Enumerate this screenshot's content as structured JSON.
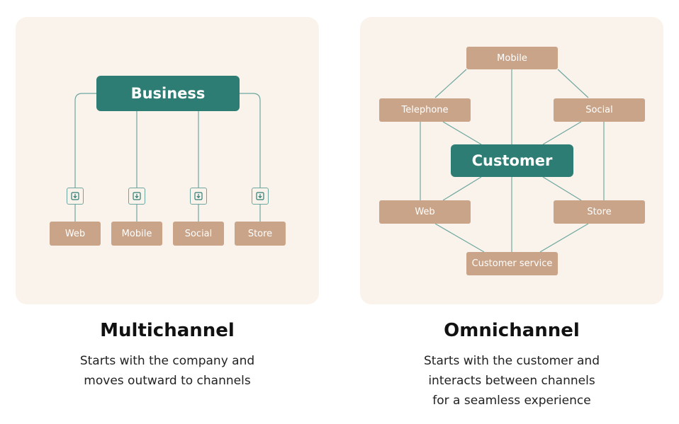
{
  "multichannel": {
    "hub_label": "Business",
    "channels": [
      "Web",
      "Mobile",
      "Social",
      "Store"
    ],
    "heading": "Multichannel",
    "description_lines": [
      "Starts with the company and",
      "moves outward to channels"
    ]
  },
  "omnichannel": {
    "hub_label": "Customer",
    "channels": {
      "top": "Mobile",
      "upper_left": "Telephone",
      "upper_right": "Social",
      "lower_left": "Web",
      "lower_right": "Store",
      "bottom": "Customer service"
    },
    "heading": "Omnichannel",
    "description_lines": [
      "Starts with the customer and",
      "interacts between channels",
      "for a seamless experience"
    ]
  },
  "colors": {
    "panel_background": "#faf3ec",
    "hub": "#2e7d74",
    "channel": "#c9a488",
    "connector": "#6ea79f"
  }
}
